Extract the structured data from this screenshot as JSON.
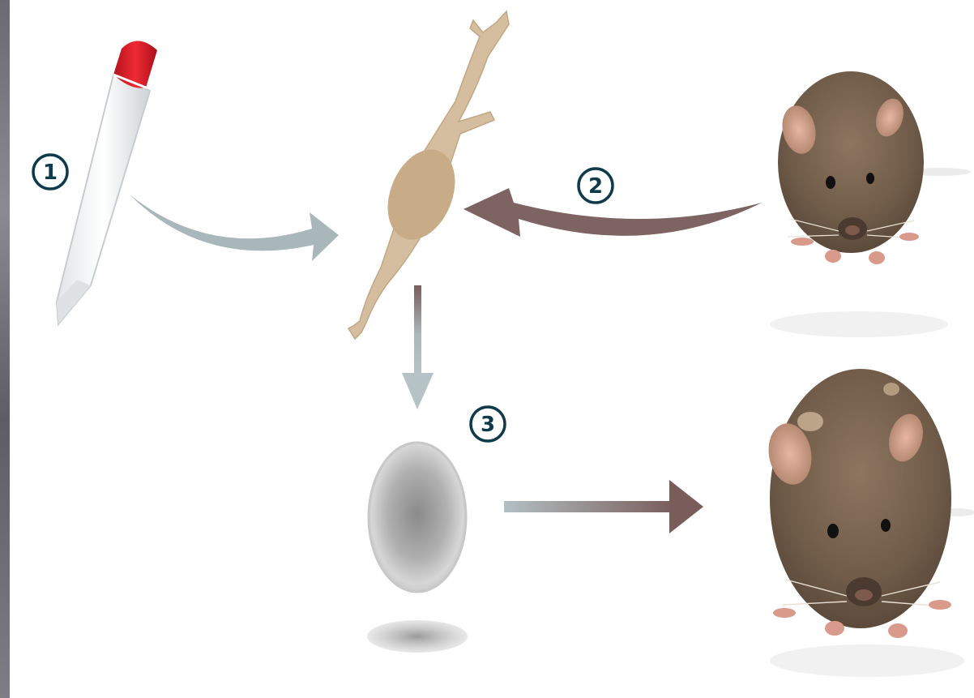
{
  "steps": [
    {
      "number": "1"
    },
    {
      "number": "2"
    },
    {
      "number": "3"
    }
  ],
  "colors": {
    "step_badge": "#0f3a4c",
    "arrow_gray": "#a9b6ba",
    "arrow_brown": "#7d6462",
    "cell_fill": "#d5bd9f",
    "nucleus_fill": "#c8ac88",
    "tube_cap": "#e01e2a",
    "egg_fill": "#bdbdbd",
    "mouse_fur": "#7a6652"
  },
  "icons": {
    "tube": "sample-tube-icon",
    "cell": "somatic-cell-icon",
    "egg": "egg-cell-icon",
    "donor_mouse": "mouse-icon",
    "clone_mouse": "mouse-icon"
  }
}
